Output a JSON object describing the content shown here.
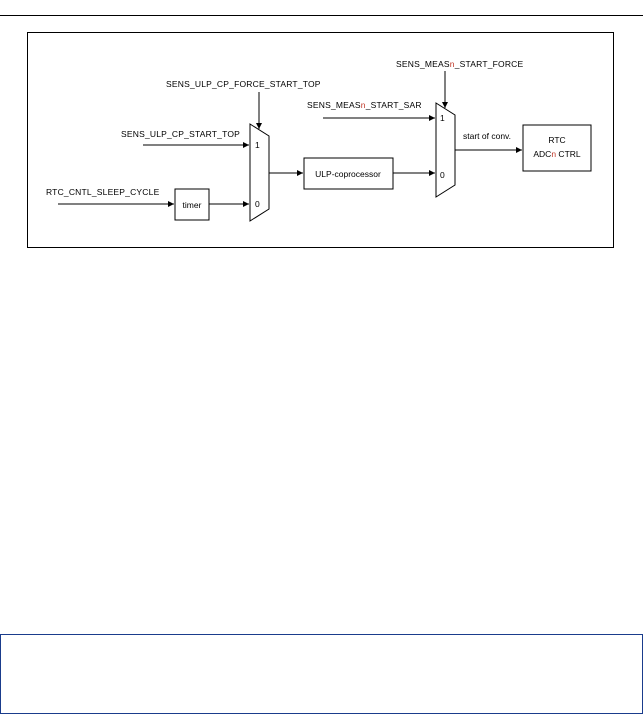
{
  "diagram": {
    "signals": {
      "force_start_top": "SENS_ULP_CP_FORCE_START_TOP",
      "start_top": "SENS_ULP_CP_START_TOP",
      "sleep_cycle": "RTC_CNTL_SLEEP_CYCLE",
      "start_sar_prefix": "SENS_MEAS",
      "start_sar_n": "n",
      "start_sar_suffix": "_START_SAR",
      "start_force_prefix": "SENS_MEAS",
      "start_force_n": "n",
      "start_force_suffix": "_START_FORCE"
    },
    "blocks": {
      "timer": "timer",
      "ulp": "ULP-coprocessor",
      "rtc_line1": "RTC",
      "rtc_prefix": "ADC",
      "rtc_n": "n",
      "rtc_suffix": " CTRL"
    },
    "mux1": {
      "in1": "1",
      "in0": "0"
    },
    "mux2": {
      "in1": "1",
      "in0": "0"
    },
    "conv_label": "start of conv."
  },
  "colors": {
    "highlight_n": "#c0392b",
    "footer_border": "#1a3c8c"
  }
}
